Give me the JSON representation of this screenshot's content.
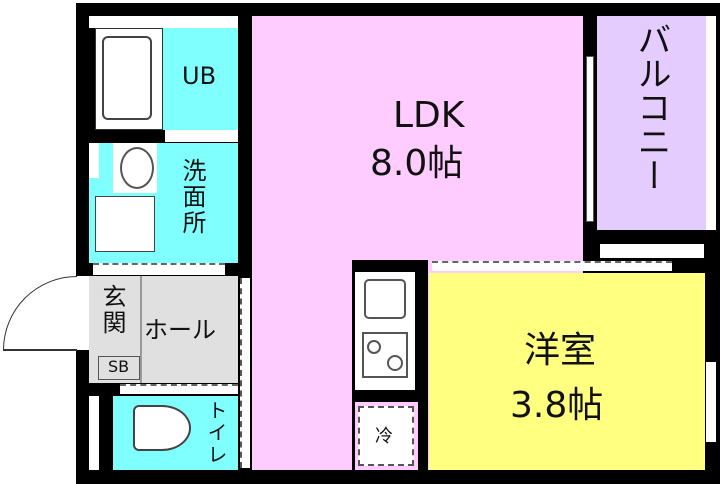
{
  "rooms": {
    "ub": {
      "label": "UB"
    },
    "ldk": {
      "label": "LDK",
      "size": "8.0帖"
    },
    "balcony": {
      "label": "バルコニー"
    },
    "washroom": {
      "label": "洗面所"
    },
    "entrance": {
      "label": "玄関"
    },
    "shoebox": {
      "label": "SB"
    },
    "hall": {
      "label": "ホール"
    },
    "toilet": {
      "label": "トイレ"
    },
    "western_room": {
      "label": "洋室",
      "size": "3.8帖"
    },
    "fridge": {
      "label": "冷"
    }
  },
  "colors": {
    "wet": "#80ffff",
    "ldk": "#ffccff",
    "balcony": "#e5ccff",
    "western": "#ffff80",
    "hall": "#e0e0e0"
  }
}
